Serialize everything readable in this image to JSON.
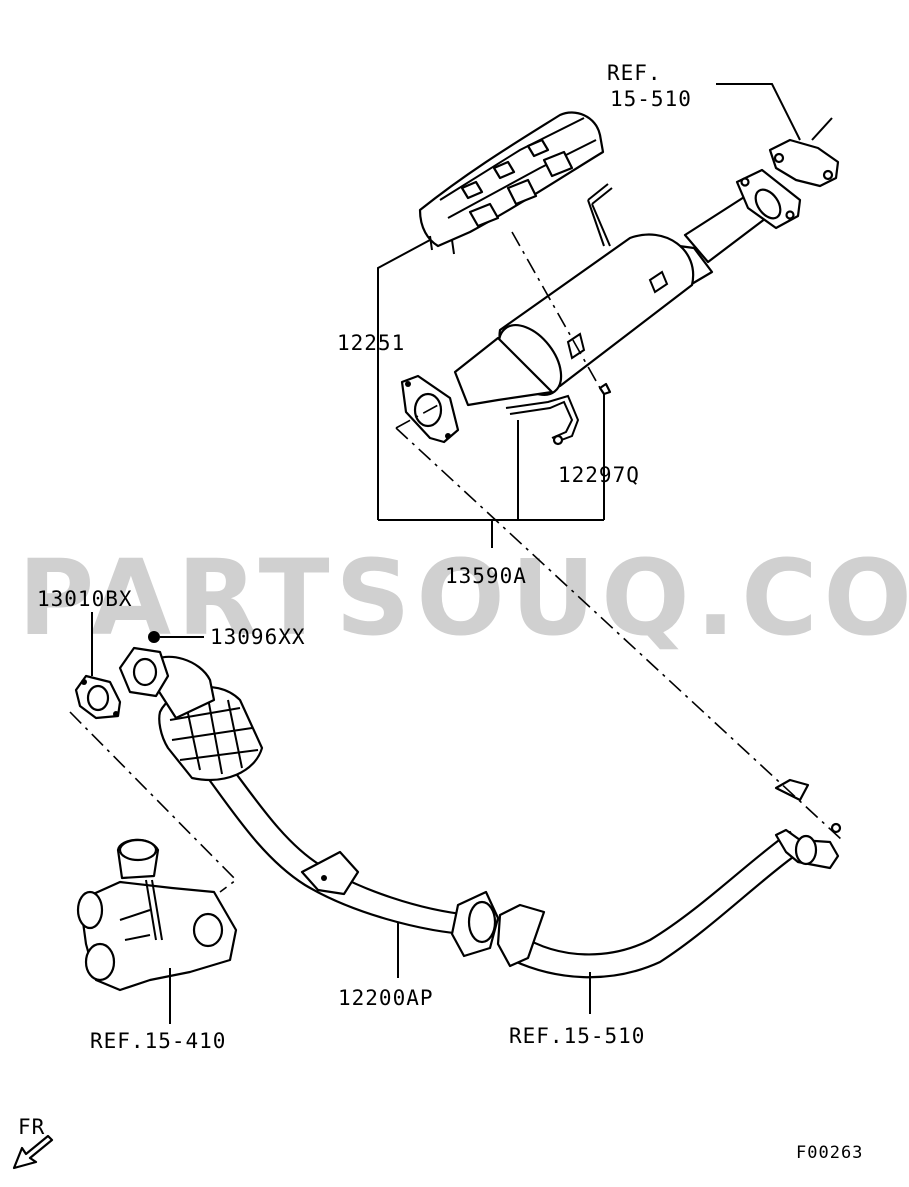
{
  "watermark": "PARTSOUQ.COM",
  "figure_code": "F00263",
  "orientation_label": "FR",
  "labels": {
    "ref_top_line1": "REF.",
    "ref_top_line2": "15-510",
    "heat_shield": "12251",
    "bolt_clip": "12297Q",
    "catalyst_assy": "13590A",
    "gasket": "13010BX",
    "nut": "13096XX",
    "front_pipe": "12200AP",
    "ref_turbo": "REF.15-410",
    "ref_bottom": "REF.15-510"
  }
}
